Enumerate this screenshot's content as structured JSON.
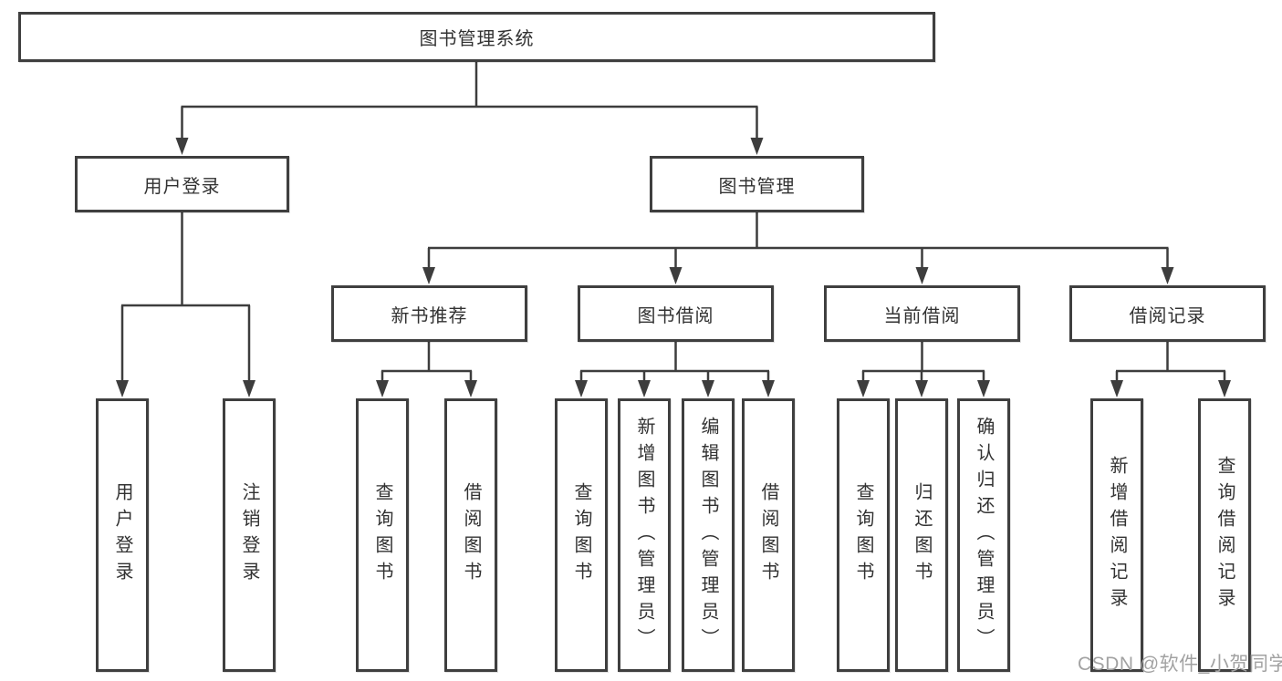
{
  "diagram": {
    "title": "图书管理系统",
    "root": {
      "label": "图书管理系统"
    },
    "branches": [
      {
        "label": "用户登录",
        "children": [
          {
            "label": "用户登录"
          },
          {
            "label": "注销登录"
          }
        ]
      },
      {
        "label": "图书管理",
        "children": [
          {
            "label": "新书推荐",
            "children": [
              {
                "label": "查询图书"
              },
              {
                "label": "借阅图书"
              }
            ]
          },
          {
            "label": "图书借阅",
            "children": [
              {
                "label": "查询图书"
              },
              {
                "label": "新增图书（管理员）"
              },
              {
                "label": "编辑图书（管理员）"
              },
              {
                "label": "借阅图书"
              }
            ]
          },
          {
            "label": "当前借阅",
            "children": [
              {
                "label": "查询图书"
              },
              {
                "label": "归还图书"
              },
              {
                "label": "确认归还（管理员）"
              }
            ]
          },
          {
            "label": "借阅记录",
            "children": [
              {
                "label": "新增借阅记录"
              },
              {
                "label": "查询借阅记录"
              }
            ]
          }
        ]
      }
    ]
  },
  "watermark": {
    "text": "CSDN @软件_小贺同学"
  },
  "colors": {
    "line": "#3d3d3d",
    "box_border": "#3f3f3f",
    "text": "#323232",
    "watermark": "#a2a2a2",
    "background": "#ffffff"
  }
}
